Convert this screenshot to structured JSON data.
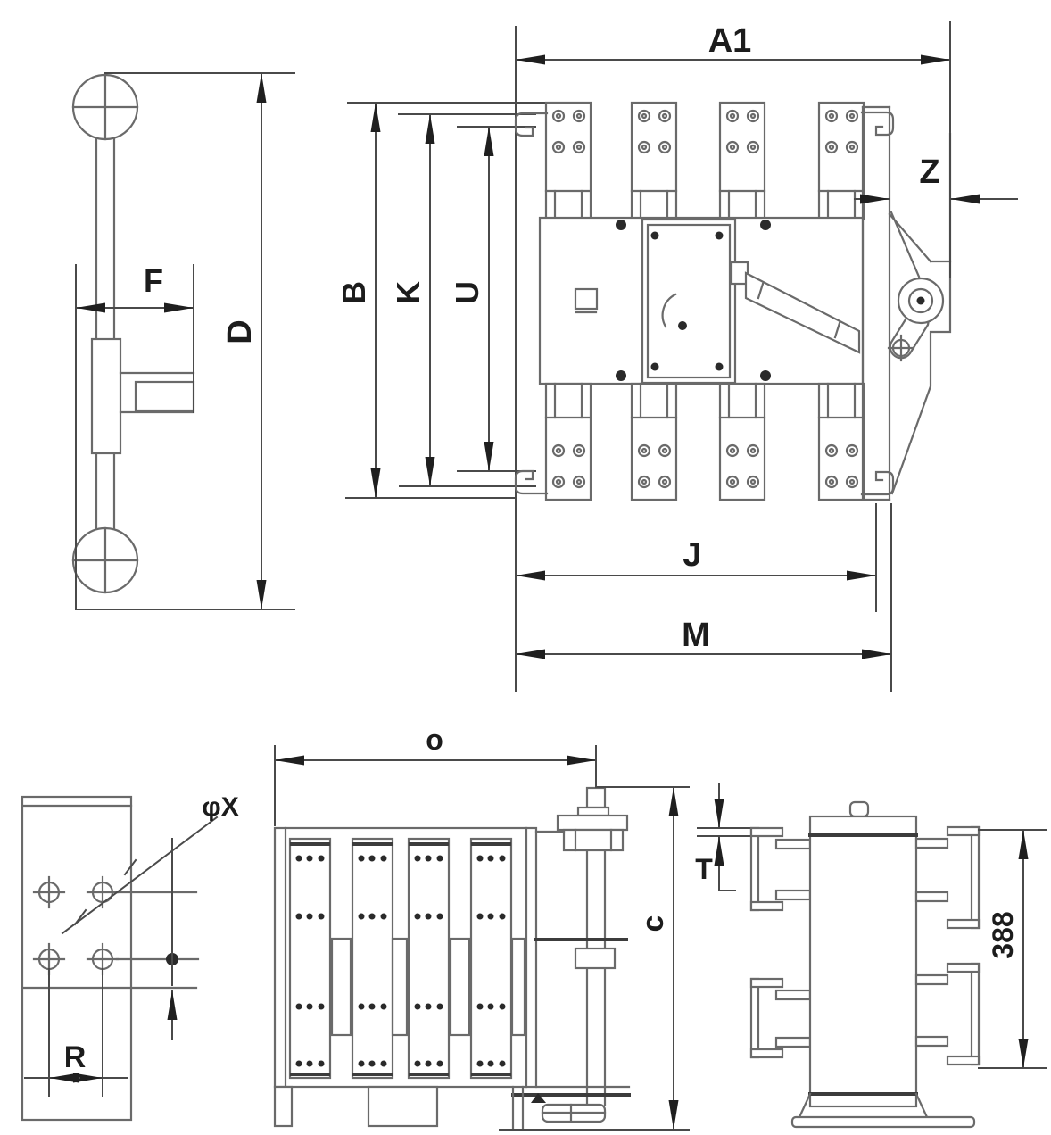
{
  "drawing_type": "switch-dimension-diagram",
  "labels": {
    "a1": "A1",
    "z": "Z",
    "b": "B",
    "k": "K",
    "u": "U",
    "d": "D",
    "f": "F",
    "j": "J",
    "m": "M",
    "phi_x": "φX",
    "r": "R",
    "o": "o",
    "c": "c",
    "t": "T",
    "height_388": "388"
  },
  "colors": {
    "background": "#ffffff",
    "line": "#6a6a6a",
    "dark_line": "#3c3c3c",
    "dimension_line": "#4a4a4a",
    "label": "#1c1c1c"
  }
}
